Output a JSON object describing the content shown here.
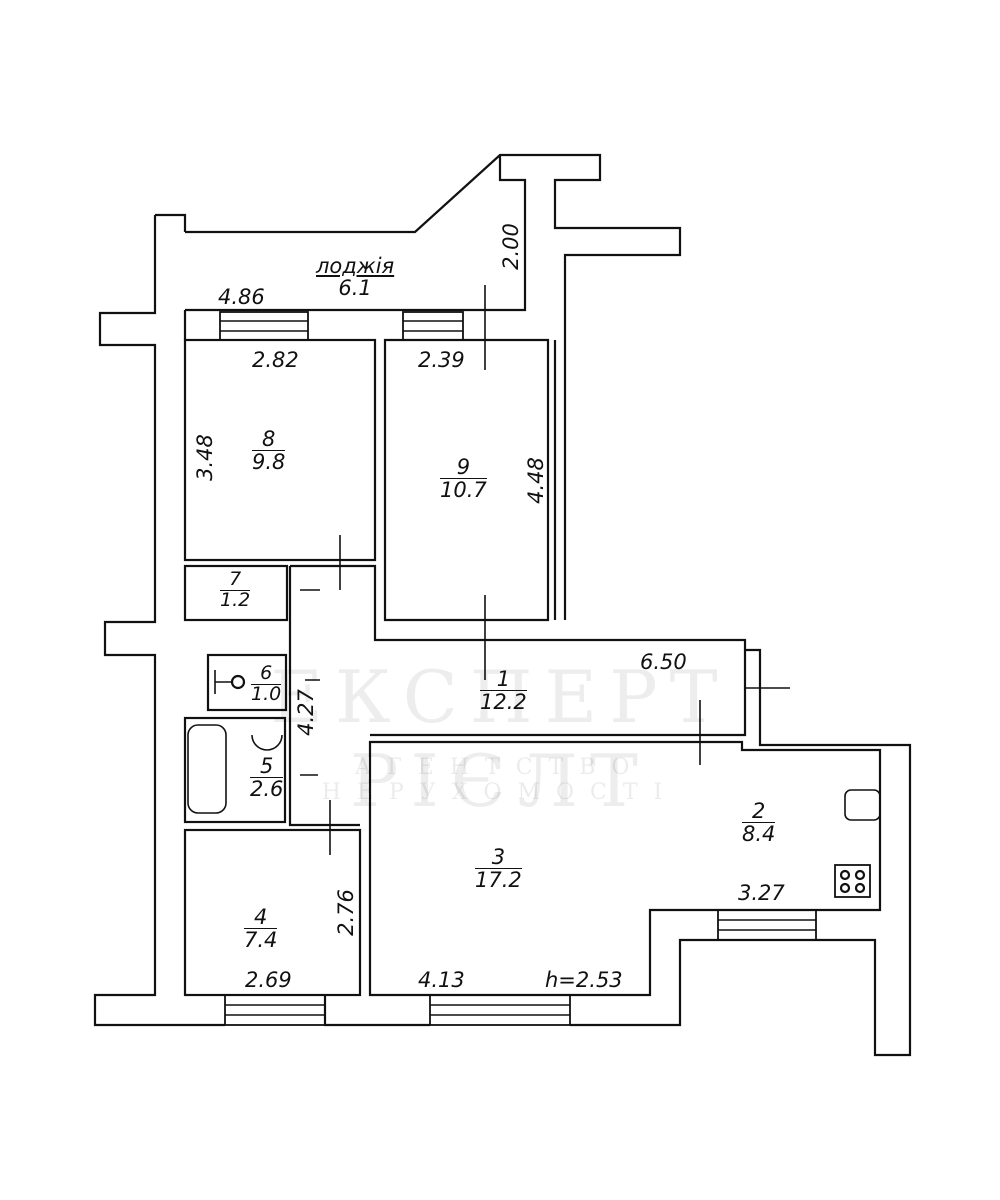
{
  "loggia": {
    "label": "лоджія",
    "area": "6.1"
  },
  "rooms": [
    {
      "num": "1",
      "area": "12.2"
    },
    {
      "num": "2",
      "area": "8.4"
    },
    {
      "num": "3",
      "area": "17.2"
    },
    {
      "num": "4",
      "area": "7.4"
    },
    {
      "num": "5",
      "area": "2.6"
    },
    {
      "num": "6",
      "area": "1.0"
    },
    {
      "num": "7",
      "area": "1.2"
    },
    {
      "num": "8",
      "area": "9.8"
    },
    {
      "num": "9",
      "area": "10.7"
    }
  ],
  "dimensions": {
    "loggia_length": "4.86",
    "loggia_depth": "2.00",
    "room8_width": "2.82",
    "room8_depth": "3.48",
    "room9_width": "2.39",
    "room9_depth": "4.48",
    "corridor_length": "6.50",
    "corridor_side": "4.27",
    "room4_depth": "2.76",
    "room4_width": "2.69",
    "room3_width": "4.13",
    "ceiling_height": "h=2.53",
    "room2_width": "3.27"
  },
  "watermark": {
    "brand": "ЕКСПЕРТ РІЄЛТ",
    "tagline": "АГЕНТСТВО НЕРУХОМОСТІ"
  }
}
